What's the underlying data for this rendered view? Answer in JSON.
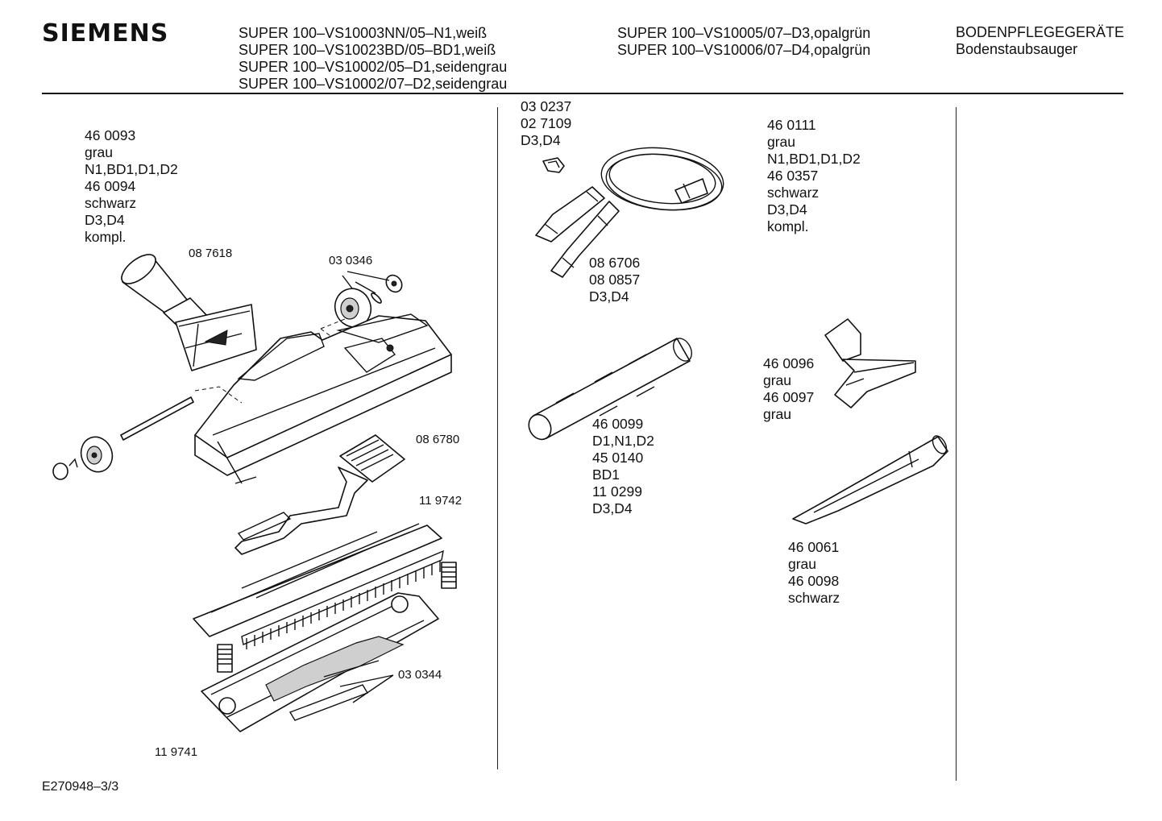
{
  "header": {
    "brand": "SIEMENS",
    "models_col1": [
      "SUPER 100–VS10003NN/05–N1,weiß",
      "SUPER 100–VS10023BD/05–BD1,weiß",
      "SUPER 100–VS10002/05–D1,seidengrau",
      "SUPER 100–VS10002/07–D2,seidengrau"
    ],
    "models_col2": [
      "SUPER 100–VS10005/07–D3,opalgrün",
      "SUPER 100–VS10006/07–D4,opalgrün"
    ],
    "category": "BODENPFLEGEGERÄTE",
    "subcategory": "Bodenstaubsauger"
  },
  "parts": {
    "nozzle_label": [
      "46 0093",
      "grau",
      "N1,BD1,D1,D2",
      "46 0094",
      "schwarz",
      "D3,D4",
      "kompl."
    ],
    "adapter": "08 7618",
    "wheel_set": "03 0346",
    "pedal": "08 6780",
    "brush_strip": "11 9742",
    "sole_plate": "11 9741",
    "strips": "03 0344",
    "hose_clip": [
      "03 0237",
      "02 7109",
      "D3,D4"
    ],
    "hose_ends": [
      "08 6706",
      "08 0857",
      "D3,D4"
    ],
    "hose_label": [
      "46 0111",
      "grau",
      "N1,BD1,D1,D2",
      "46 0357",
      "schwarz",
      "D3,D4",
      "kompl."
    ],
    "tube_label": [
      "46 0099",
      "D1,N1,D2",
      "45 0140",
      "BD1",
      "11 0299",
      "D3,D4"
    ],
    "upholstery_label": [
      "46 0096",
      "grau",
      "46 0097",
      "grau"
    ],
    "crevice_label": [
      "46 0061",
      "grau",
      "46 0098",
      "schwarz"
    ]
  },
  "footer": {
    "doc_id": "E270948–3/3"
  }
}
